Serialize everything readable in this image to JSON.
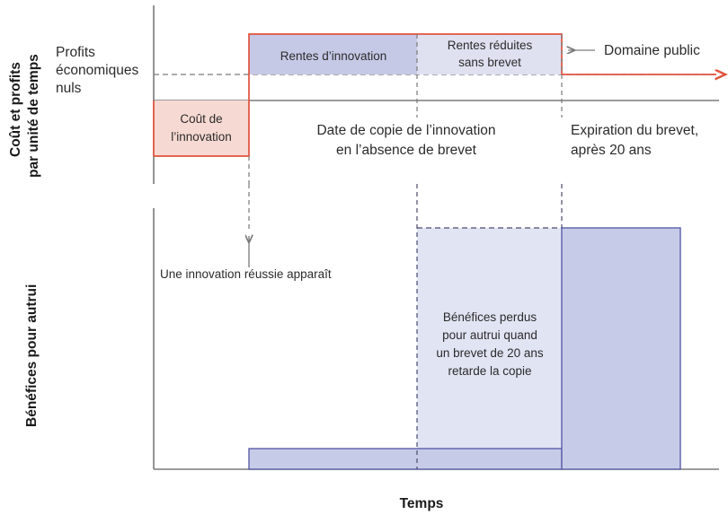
{
  "figure": {
    "title_alt": "Coût de l'innovation, rentes d'innovation et bénéfices pour autrui dans le temps"
  },
  "axes": {
    "top_y_label_line1": "Coût et profits",
    "top_y_label_line2": "par unité de temps",
    "bottom_y_label": "Bénéfices pour autrui",
    "x_label": "Temps"
  },
  "top_panel": {
    "zero_profit_label_line1": "Profits",
    "zero_profit_label_line2": "économiques",
    "zero_profit_label_line3": "nuls",
    "cost_box_label_line1": "Coût de",
    "cost_box_label_line2": "l’innovation",
    "innovation_rents_label": "Rentes d’innovation",
    "reduced_rents_label_line1": "Rentes réduites",
    "reduced_rents_label_line2": "sans brevet",
    "public_domain_label": "Domaine public",
    "copy_date_label_line1": "Date de copie de l’innovation",
    "copy_date_label_line2": "en l’absence de brevet",
    "patent_expiry_label_line1": "Expiration du brevet,",
    "patent_expiry_label_line2": "après 20 ans"
  },
  "bottom_panel": {
    "innovation_appears_label": "Une innovation réussie apparaît",
    "lost_benefits_label_line1": "Bénéfices perdus",
    "lost_benefits_label_line2": "pour autrui quand",
    "lost_benefits_label_line3": "un brevet de 20 ans",
    "lost_benefits_label_line4": "retarde la copie"
  },
  "colors": {
    "axis_gray": "#7a7a7a",
    "red_outline": "#e1523d",
    "cost_fill": "#f6d9d2",
    "rent_dark_fill": "#c6c9e6",
    "rent_light_fill": "#dfe1f1",
    "bar_fill": "#c6cbe8",
    "bar_stroke": "#5b5fa8",
    "lost_fill": "#e1e4f3",
    "text": "#2b2b2b",
    "background": "#ffffff"
  },
  "chart_data": {
    "type": "area",
    "title": "Coût et profits par unité de temps / Bénéfices pour autrui au cours du temps",
    "xlabel": "Temps",
    "grid": false,
    "legend": "none",
    "panels": [
      {
        "name": "top",
        "ylabel": "Coût et profits par unité de temps",
        "reference_lines": [
          {
            "label": "Profits économiques nuls",
            "type": "horizontal-dashed",
            "value": 0.62
          },
          {
            "label": "baseline",
            "type": "horizontal-solid",
            "value": 0.45
          }
        ],
        "segments": [
          {
            "label": "Coût de l’innovation",
            "x_start": 0.0,
            "x_end": 0.17,
            "y_top": 0.45,
            "y_bottom": 0.12,
            "fill": "#f6d9d2",
            "sign": "negative"
          },
          {
            "label": "Rentes d’innovation",
            "x_start": 0.17,
            "x_end": 0.47,
            "y_top": 0.93,
            "y_bottom": 0.62,
            "fill": "#c6c9e6",
            "sign": "positive"
          },
          {
            "label": "Rentes réduites sans brevet",
            "x_start": 0.47,
            "x_end": 0.72,
            "y_top": 0.93,
            "y_bottom": 0.62,
            "fill": "#dfe1f1",
            "sign": "positive"
          },
          {
            "label": "Domaine public",
            "x_start": 0.72,
            "x_end": 1.0,
            "y_top": 0.62,
            "y_bottom": 0.62,
            "fill": "none",
            "sign": "zero"
          }
        ]
      },
      {
        "name": "bottom",
        "ylabel": "Bénéfices pour autrui",
        "series": [
          {
            "name": "Bénéfices pour autrui",
            "x": [
              0.17,
              0.47,
              0.72,
              0.96
            ],
            "values": [
              0.08,
              0.08,
              1.0,
              1.0
            ],
            "step": true
          }
        ],
        "annotations": [
          {
            "label": "Une innovation réussie apparaît",
            "x": 0.17
          },
          {
            "label": "Bénéfices perdus pour autrui quand un brevet de 20 ans retarde la copie",
            "x_start": 0.47,
            "x_end": 0.72,
            "y_top": 1.0,
            "y_bottom": 0.08
          }
        ]
      }
    ],
    "event_markers": [
      {
        "label": "Une innovation réussie apparaît",
        "x": 0.17
      },
      {
        "label": "Date de copie de l’innovation en l’absence de brevet",
        "x": 0.47
      },
      {
        "label": "Expiration du brevet, après 20 ans",
        "x": 0.72
      }
    ]
  }
}
